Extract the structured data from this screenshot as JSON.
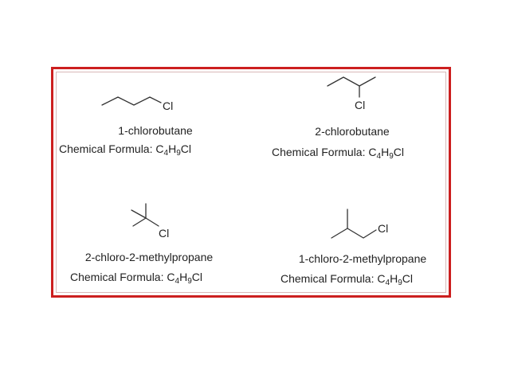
{
  "compounds": [
    {
      "name": "1-chlorobutane",
      "substituent": "Cl",
      "formula_prefix": "Chemical Formula:",
      "formula": {
        "c": "C",
        "c_count": "4",
        "h": "H",
        "h_count": "9",
        "rest": "Cl"
      }
    },
    {
      "name": "2-chlorobutane",
      "substituent": "Cl",
      "formula_prefix": "Chemical Formula:",
      "formula": {
        "c": "C",
        "c_count": "4",
        "h": "H",
        "h_count": "9",
        "rest": "Cl"
      }
    },
    {
      "name": "2-chloro-2-methylpropane",
      "substituent": "Cl",
      "formula_prefix": "Chemical Formula:",
      "formula": {
        "c": "C",
        "c_count": "4",
        "h": "H",
        "h_count": "9",
        "rest": "Cl"
      }
    },
    {
      "name": "1-chloro-2-methylpropane",
      "substituent": "Cl",
      "formula_prefix": "Chemical Formula:",
      "formula": {
        "c": "C",
        "c_count": "4",
        "h": "H",
        "h_count": "9",
        "rest": "Cl"
      }
    }
  ],
  "colors": {
    "frame_border": "#cc1f1f",
    "bond": "#333333",
    "text": "#222222"
  }
}
